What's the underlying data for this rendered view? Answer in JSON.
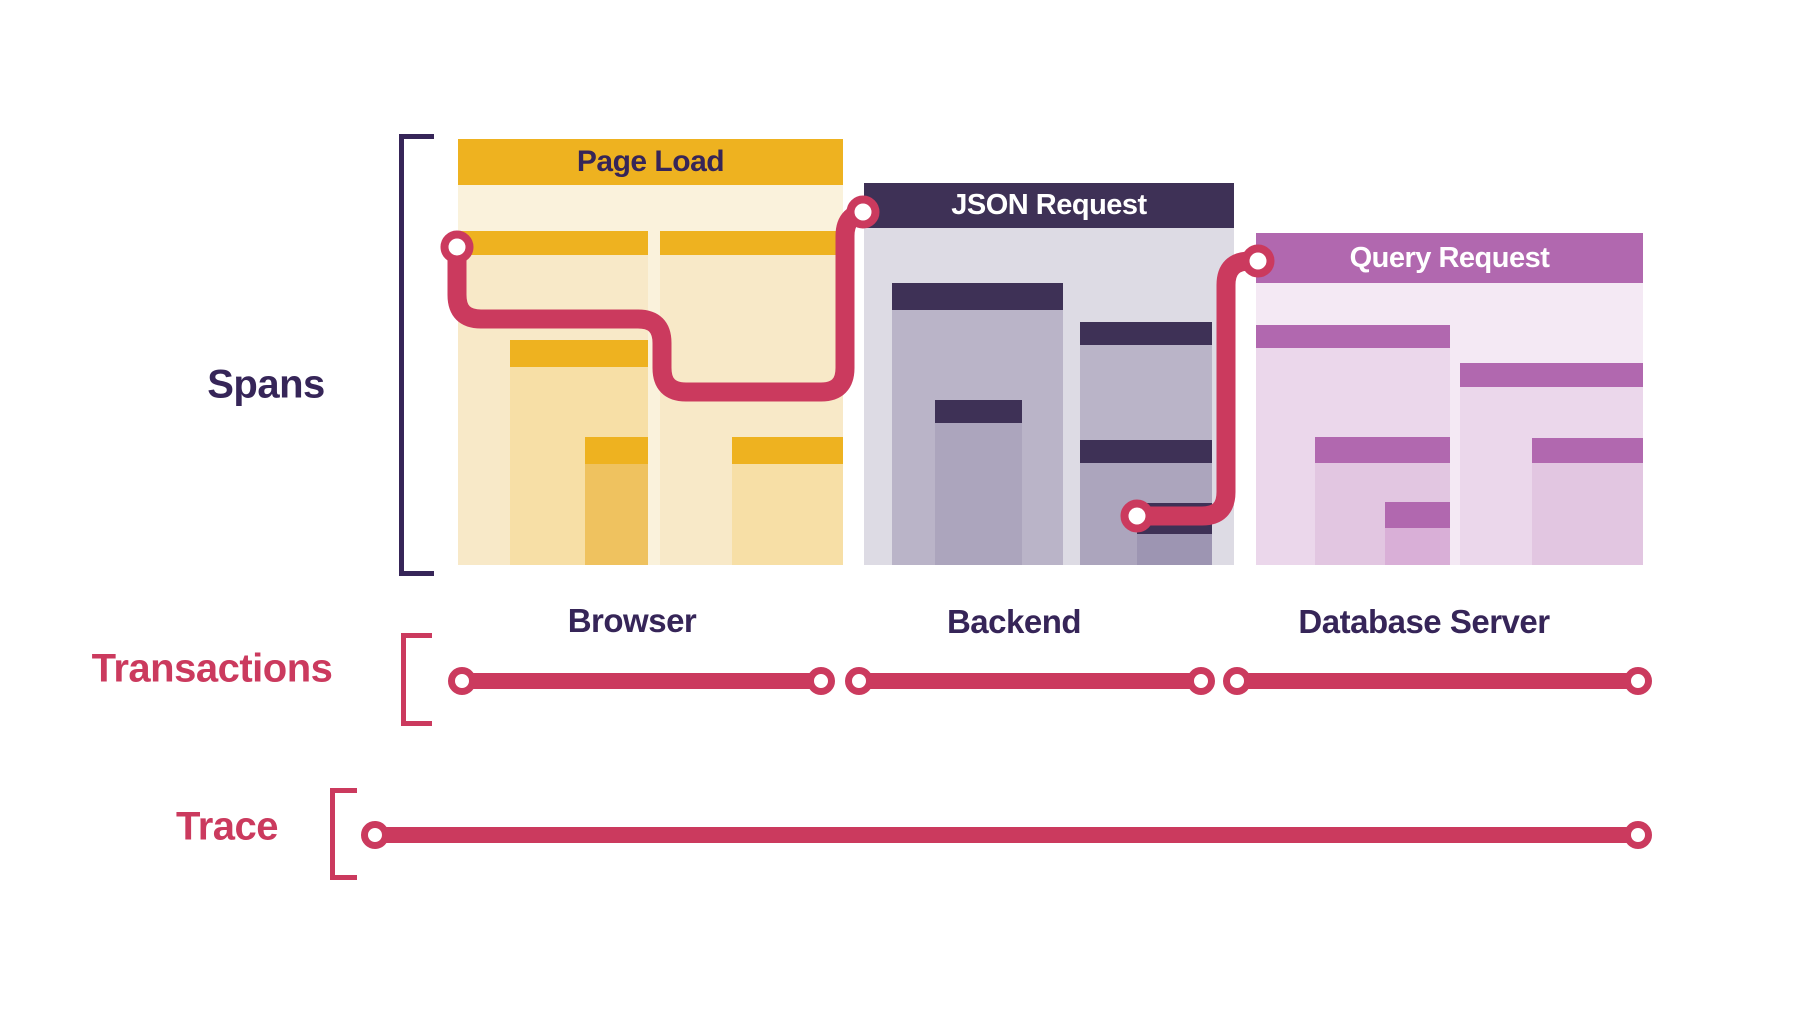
{
  "labels": {
    "spans": "Spans",
    "transactions": "Transactions",
    "trace": "Trace"
  },
  "services": [
    {
      "name": "Browser",
      "transaction": "Page Load"
    },
    {
      "name": "Backend",
      "transaction": "JSON Request"
    },
    {
      "name": "Database Server",
      "transaction": "Query Request"
    }
  ],
  "panels": [
    {
      "title": "Page Load",
      "header_color": "#EEB220",
      "title_color": "#362558"
    },
    {
      "title": "JSON Request",
      "header_color": "#3E3156",
      "title_color": "#FFFFFF"
    },
    {
      "title": "Query Request",
      "header_color": "#B168AF",
      "title_color": "#FFFFFF"
    }
  ],
  "colors": {
    "trace_line": "#CB3A5E",
    "junction_fill": "#FFFFFF",
    "label_navy": "#362558",
    "label_red": "#CB3A5E",
    "gold": "#EEB220",
    "navy": "#3E3156",
    "orchid": "#B168AF"
  }
}
